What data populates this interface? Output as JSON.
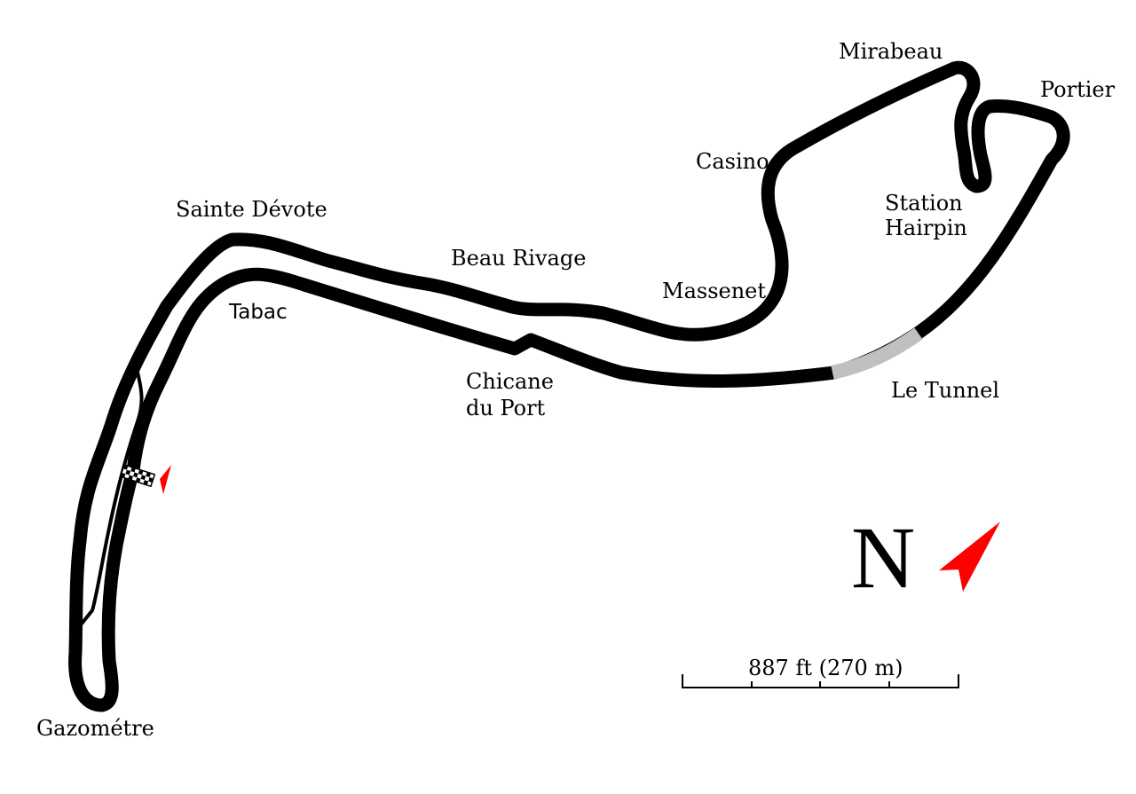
{
  "map": {
    "corners": {
      "sainte_devote": "Sainte Dévote",
      "beau_rivage": "Beau Rivage",
      "massenet": "Massenet",
      "casino": "Casino",
      "mirabeau": "Mirabeau",
      "portier": "Portier",
      "station_hairpin_line1": "Station",
      "station_hairpin_line2": "Hairpin",
      "le_tunnel": "Le Tunnel",
      "chicane_line1": "Chicane",
      "chicane_line2": "du Port",
      "tabac": "Tabac",
      "gazometre": "Gazométre"
    },
    "north": {
      "letter": "N"
    },
    "scale": {
      "label": "887 ft (270 m)"
    },
    "colors": {
      "track": "#000000",
      "tunnel": "#c0c0c0",
      "arrow": "#ff0000",
      "background": "#ffffff"
    }
  }
}
